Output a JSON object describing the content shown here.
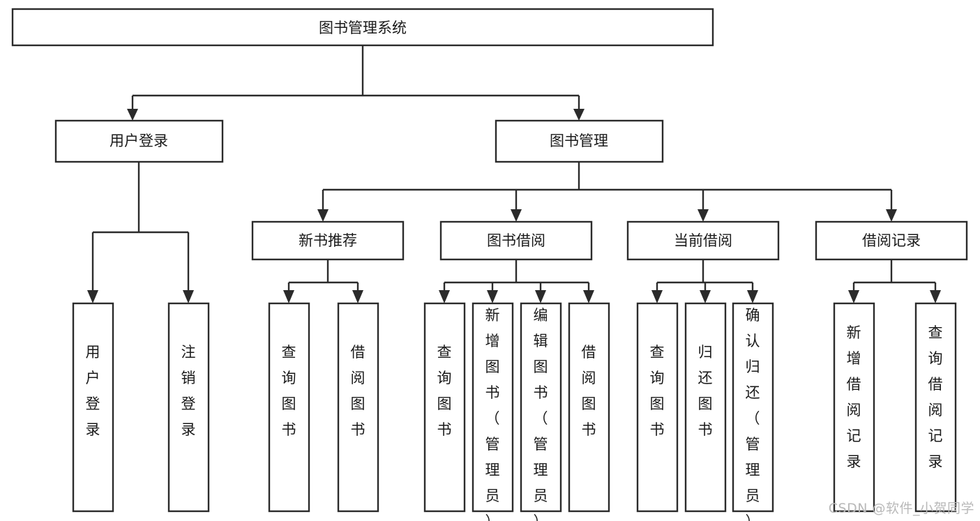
{
  "diagram": {
    "type": "tree-hierarchy",
    "title": "图书管理系统",
    "orientation": "top-down",
    "colors": {
      "box_stroke": "#2b2b2b",
      "box_fill": "#ffffff",
      "connector": "#2b2b2b",
      "text": "#1a1a1a",
      "background": "#ffffff",
      "watermark": "#b9b9b9"
    },
    "root": {
      "label": "图书管理系统"
    },
    "level2": [
      {
        "label": "用户登录"
      },
      {
        "label": "图书管理"
      }
    ],
    "level3": [
      {
        "label": "新书推荐"
      },
      {
        "label": "图书借阅"
      },
      {
        "label": "当前借阅"
      },
      {
        "label": "借阅记录"
      }
    ],
    "leaves": {
      "user_login": [
        {
          "label": "用户登录"
        },
        {
          "label": "注销登录"
        }
      ],
      "new_book_recommend": [
        {
          "label": "查询图书"
        },
        {
          "label": "借阅图书"
        }
      ],
      "book_borrow": [
        {
          "label": "查询图书"
        },
        {
          "label": "新增图书（管理员）"
        },
        {
          "label": "编辑图书（管理员）"
        },
        {
          "label": "借阅图书"
        }
      ],
      "current_borrow": [
        {
          "label": "查询图书"
        },
        {
          "label": "归还图书"
        },
        {
          "label": "确认归还（管理员）"
        }
      ],
      "borrow_record": [
        {
          "label": "新增借阅记录"
        },
        {
          "label": "查询借阅记录"
        }
      ]
    }
  },
  "watermark": {
    "text": "CSDN @软件_小贺同学"
  }
}
